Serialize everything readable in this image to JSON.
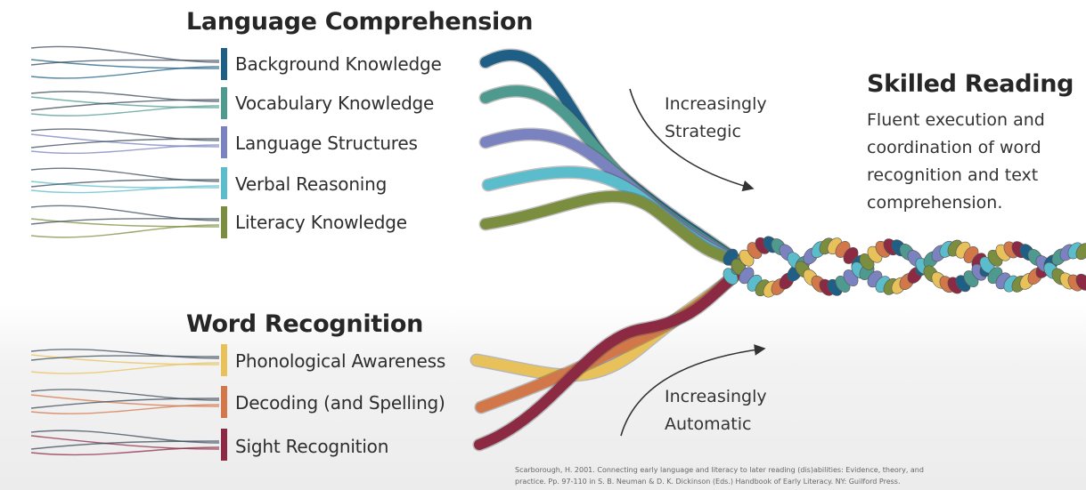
{
  "language_comprehension": {
    "heading": "Language Comprehension",
    "items": [
      {
        "label": "Background Knowledge",
        "color": "#1f5f86"
      },
      {
        "label": "Vocabulary Knowledge",
        "color": "#4e9a8f"
      },
      {
        "label": "Language Structures",
        "color": "#7a82c0"
      },
      {
        "label": "Verbal Reasoning",
        "color": "#5bbccb"
      },
      {
        "label": "Literacy Knowledge",
        "color": "#7b8d3e"
      }
    ]
  },
  "word_recognition": {
    "heading": "Word Recognition",
    "items": [
      {
        "label": "Phonological Awareness",
        "color": "#e8c15a"
      },
      {
        "label": "Decoding (and Spelling)",
        "color": "#d2774a"
      },
      {
        "label": "Sight Recognition",
        "color": "#8c2a44"
      }
    ]
  },
  "annotations": {
    "strategic": [
      "Increasingly",
      "Strategic"
    ],
    "automatic": [
      "Increasingly",
      "Automatic"
    ]
  },
  "skilled_reading": {
    "title": "Skilled Reading",
    "description": "Fluent execution and coordination of word recognition and text comprehension."
  },
  "citation": {
    "line1": "Scarborough, H. 2001. Connecting early language and literacy to later reading (dis)abilities: Evidence, theory, and",
    "line2": "practice. Pp. 97-110 in S. B. Neuman & D. K. Dickinson (Eds.) Handbook of Early Literacy. NY: Guilford Press."
  }
}
